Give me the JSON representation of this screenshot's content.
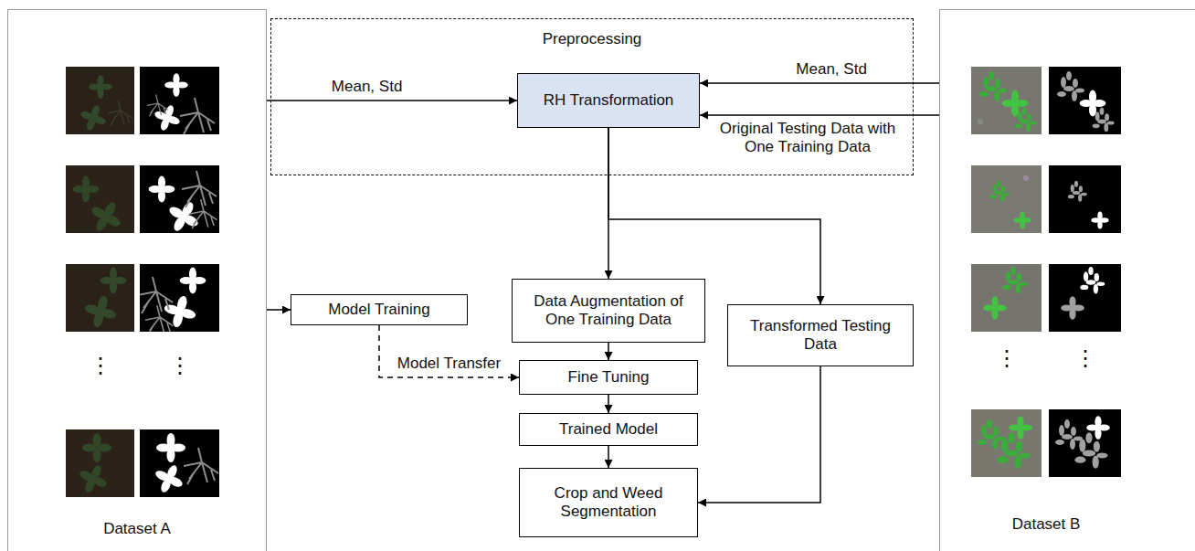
{
  "diagram": {
    "nodes": [
      {
        "text": [
          "Dataset A"
        ]
      },
      {
        "text": [
          "Preprocessing"
        ]
      },
      {
        "text": [
          "RH Transformation"
        ],
        "in": 1
      },
      {
        "text": [
          "Dataset B"
        ]
      },
      {
        "text": [
          "Model Training"
        ]
      },
      {
        "text": [
          "Data Augmentation of One Training Data"
        ]
      },
      {
        "text": [
          "Transformed Testing Data"
        ]
      },
      {
        "text": [
          "Fine Tuning"
        ]
      },
      {
        "text": [
          "Trained Model"
        ]
      },
      {
        "text": [
          "Crop and Weed Segmentation"
        ]
      }
    ],
    "edges": [
      {
        "from": 0,
        "to": 2,
        "arrow": "to",
        "label": "Mean, Std"
      },
      {
        "from": 3,
        "to": 2,
        "arrow": "to",
        "label": "Mean, Std"
      },
      {
        "from": 3,
        "to": 2,
        "arrow": "to",
        "label": "Original Testing Data with One Training Data"
      },
      {
        "from": 0,
        "to": 4,
        "arrow": "to"
      },
      {
        "from": 2,
        "to": 5,
        "arrow": "to"
      },
      {
        "from": 2,
        "to": 6,
        "arrow": "to"
      },
      {
        "from": 5,
        "to": 7,
        "arrow": "to"
      },
      {
        "from": 4,
        "to": 7,
        "arrow": "to",
        "label": "Model Transfer"
      },
      {
        "from": 7,
        "to": 8,
        "arrow": "to"
      },
      {
        "from": 8,
        "to": 9,
        "arrow": "to"
      },
      {
        "from": 6,
        "to": 9,
        "arrow": "to"
      }
    ],
    "labels": [
      "⋮",
      "⋮",
      "⋮",
      "⋮"
    ]
  }
}
